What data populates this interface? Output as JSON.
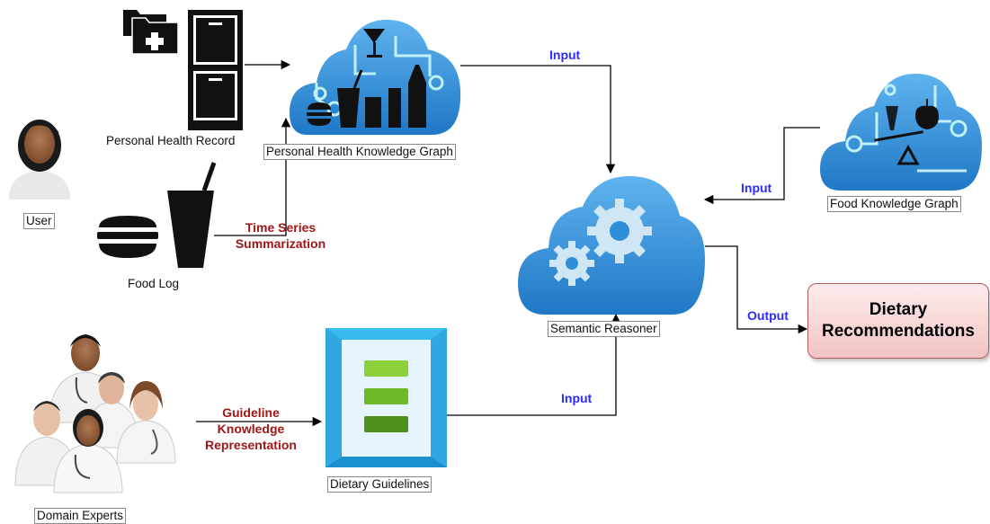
{
  "nodes": {
    "user": "User",
    "personal_health_record": "Personal Health Record",
    "food_log": "Food Log",
    "personal_health_kg": "Personal Health Knowledge Graph",
    "semantic_reasoner": "Semantic Reasoner",
    "food_kg": "Food Knowledge Graph",
    "dietary_recommendations": "Dietary Recommendations",
    "dietary_guidelines": "Dietary Guidelines",
    "domain_experts": "Domain Experts"
  },
  "edges": {
    "phkg_to_reasoner": "Input",
    "foodkg_to_reasoner": "Input",
    "guidelines_to_reasoner": "Input",
    "reasoner_to_output": "Output",
    "food_log_process": "Time Series Summarization",
    "expert_process": "Guideline Knowledge Representation"
  },
  "colors": {
    "cloud": "#2f8ed8",
    "edge_label": "#2b2bff",
    "process_label": "#a01616",
    "output_box": "#f2c4c4"
  }
}
